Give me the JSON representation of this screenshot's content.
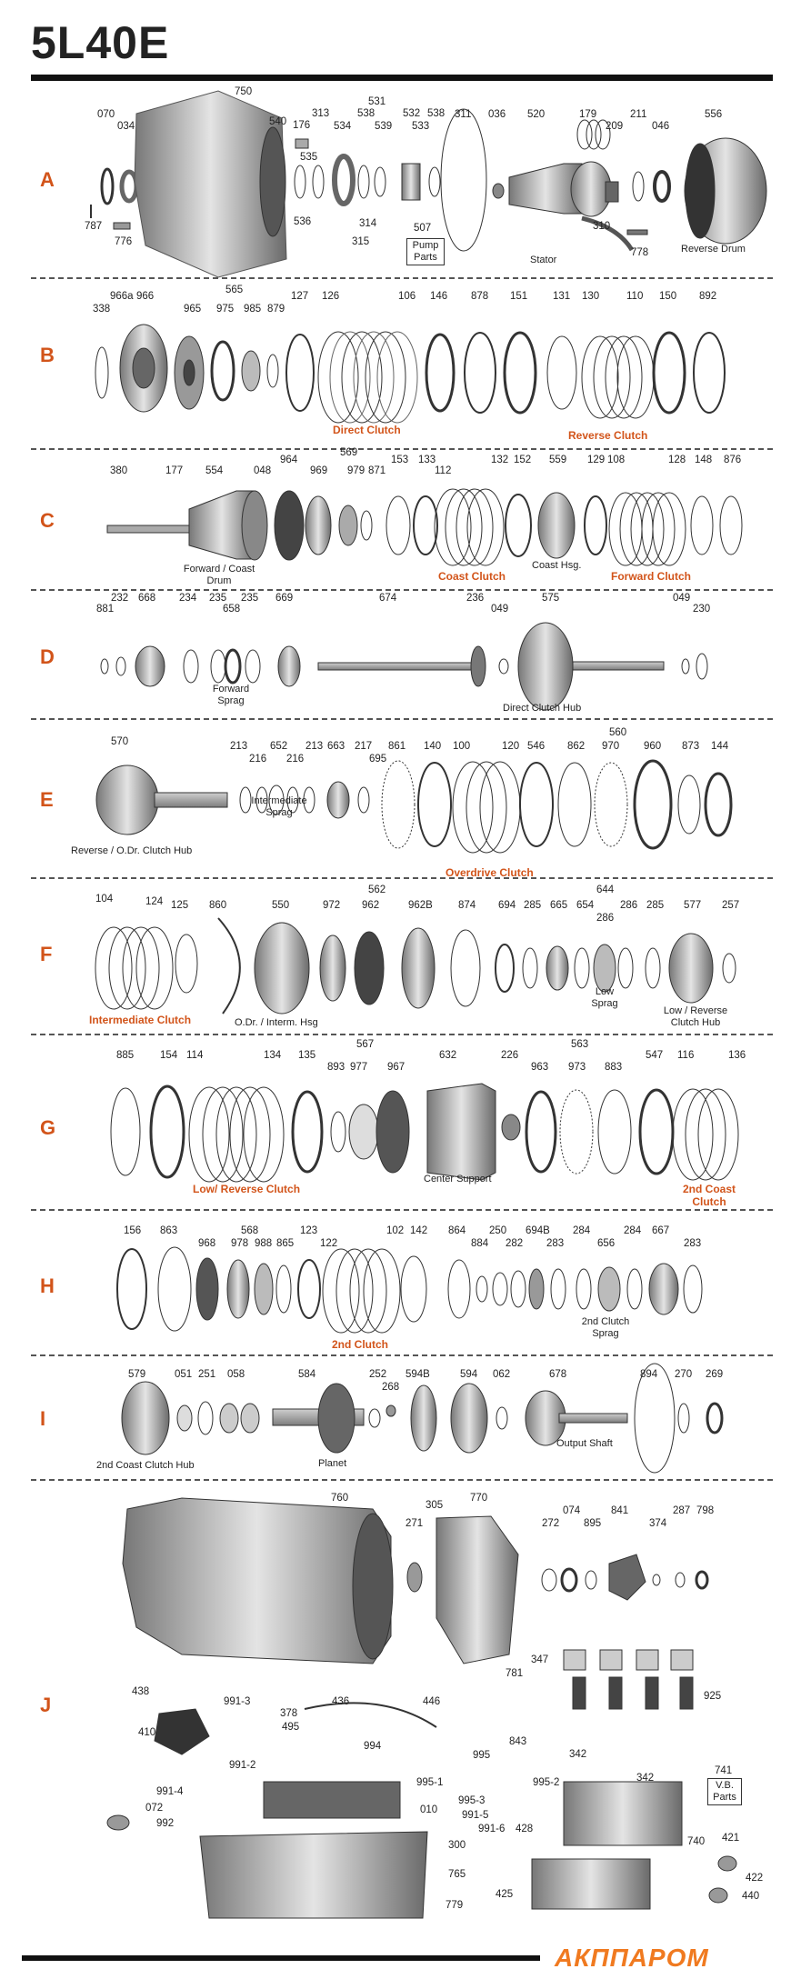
{
  "title": "5L40E",
  "brand": "АКППАРОМ",
  "colors": {
    "accent": "#d2541a",
    "ink": "#222222"
  },
  "rows": [
    {
      "label": "A",
      "parts": [
        "070",
        "034",
        "787",
        "776",
        "750",
        "531",
        "540",
        "176",
        "313",
        "535",
        "534",
        "538",
        "539",
        "532",
        "533",
        "538",
        "536",
        "314",
        "315",
        "507",
        "311",
        "036",
        "520",
        "179",
        "209",
        "211",
        "046",
        "556",
        "310",
        "778"
      ],
      "captions": [
        "Stator",
        "Reverse Drum"
      ],
      "boxes": [
        "Pump Parts"
      ],
      "groups": []
    },
    {
      "label": "B",
      "parts": [
        "966a",
        "966",
        "338",
        "565",
        "965",
        "975",
        "985",
        "879",
        "127",
        "126",
        "106",
        "146",
        "878",
        "151",
        "131",
        "130",
        "110",
        "150",
        "892"
      ],
      "captions": [],
      "boxes": [],
      "groups": [
        "Direct Clutch",
        "Reverse Clutch"
      ]
    },
    {
      "label": "C",
      "parts": [
        "380",
        "177",
        "554",
        "048",
        "964",
        "569",
        "969",
        "979",
        "871",
        "153",
        "133",
        "112",
        "132",
        "152",
        "559",
        "129",
        "108",
        "128",
        "148",
        "876"
      ],
      "captions": [
        "Forward / Coast Drum",
        "Coast Hsg."
      ],
      "boxes": [],
      "groups": [
        "Coast Clutch",
        "Forward Clutch"
      ]
    },
    {
      "label": "D",
      "parts": [
        "881",
        "232",
        "668",
        "234",
        "235",
        "658",
        "235",
        "669",
        "674",
        "236",
        "049",
        "575",
        "049",
        "230"
      ],
      "captions": [
        "Forward Sprag",
        "Direct Clutch Hub"
      ],
      "boxes": [],
      "groups": []
    },
    {
      "label": "E",
      "parts": [
        "570",
        "213",
        "216",
        "652",
        "216",
        "213",
        "663",
        "217",
        "695",
        "861",
        "140",
        "100",
        "120",
        "546",
        "560",
        "862",
        "970",
        "960",
        "873",
        "144"
      ],
      "captions": [
        "Reverse / O.Dr. Clutch Hub",
        "Intermediate Sprag"
      ],
      "boxes": [],
      "groups": [
        "Overdrive Clutch"
      ]
    },
    {
      "label": "F",
      "parts": [
        "104",
        "124",
        "125",
        "860",
        "550",
        "562",
        "972",
        "962",
        "962B",
        "874",
        "644",
        "694",
        "285",
        "665",
        "286",
        "654",
        "286",
        "285",
        "577",
        "257"
      ],
      "captions": [
        "O.Dr. / Interm. Hsg",
        "Low Sprag",
        "Low / Reverse Clutch Hub"
      ],
      "boxes": [],
      "groups": [
        "Intermediate Clutch"
      ]
    },
    {
      "label": "G",
      "parts": [
        "885",
        "154",
        "114",
        "134",
        "135",
        "567",
        "893",
        "977",
        "967",
        "632",
        "226",
        "563",
        "963",
        "973",
        "883",
        "547",
        "116",
        "136"
      ],
      "captions": [
        "Center Support"
      ],
      "boxes": [],
      "groups": [
        "Low/ Reverse Clutch",
        "2nd Coast Clutch"
      ]
    },
    {
      "label": "H",
      "parts": [
        "156",
        "863",
        "568",
        "968",
        "978",
        "988",
        "865",
        "123",
        "122",
        "102",
        "142",
        "864",
        "884",
        "250",
        "282",
        "694B",
        "283",
        "284",
        "656",
        "284",
        "667",
        "283"
      ],
      "captions": [
        "2nd Clutch Sprag"
      ],
      "boxes": [],
      "groups": [
        "2nd Clutch"
      ]
    },
    {
      "label": "I",
      "parts": [
        "579",
        "051",
        "251",
        "058",
        "584",
        "252",
        "268",
        "594B",
        "594",
        "062",
        "678",
        "894",
        "270",
        "269"
      ],
      "captions": [
        "2nd Coast Clutch Hub",
        "Planet",
        "Output Shaft"
      ],
      "boxes": [],
      "groups": []
    },
    {
      "label": "J",
      "parts": [
        "760",
        "305",
        "770",
        "271",
        "272",
        "074",
        "895",
        "841",
        "374",
        "287",
        "798",
        "781",
        "347",
        "925",
        "438",
        "991-3",
        "378",
        "495",
        "436",
        "446",
        "843",
        "410",
        "991-2",
        "994",
        "995",
        "342",
        "342",
        "991-4",
        "072",
        "995-1",
        "995-3",
        "995-2",
        "010",
        "991-5",
        "991-6",
        "428",
        "992",
        "300",
        "740",
        "421",
        "422",
        "440",
        "765",
        "425",
        "779",
        "741"
      ],
      "captions": [],
      "boxes": [
        "V.B. Parts"
      ],
      "groups": []
    }
  ]
}
